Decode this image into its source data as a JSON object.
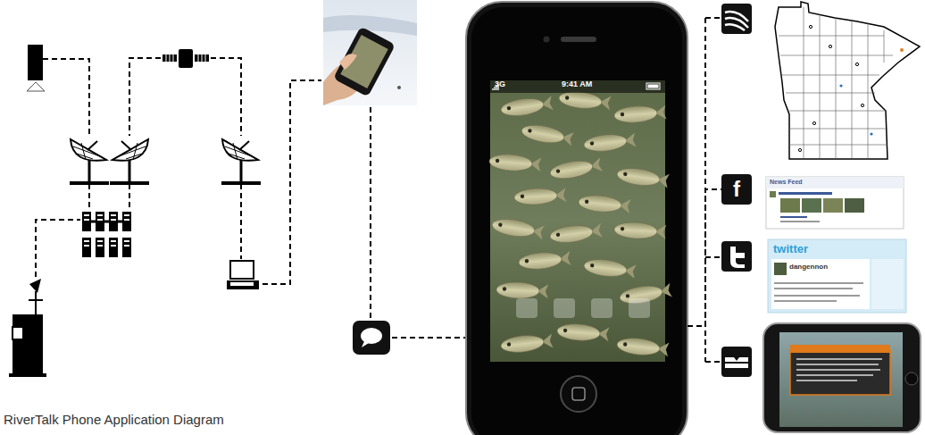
{
  "diagram": {
    "caption": "RiverTalk Phone Application Diagram",
    "nodes": [
      {
        "text": [
          "3G",
          "9:41 AM"
        ]
      },
      {
        "text": [
          "f"
        ]
      }
    ],
    "edges": [
      {
        "from": 0,
        "to": 1,
        "arrow": "none"
      }
    ],
    "labels": [
      "News Feed",
      "twitter",
      "dangennon"
    ]
  }
}
